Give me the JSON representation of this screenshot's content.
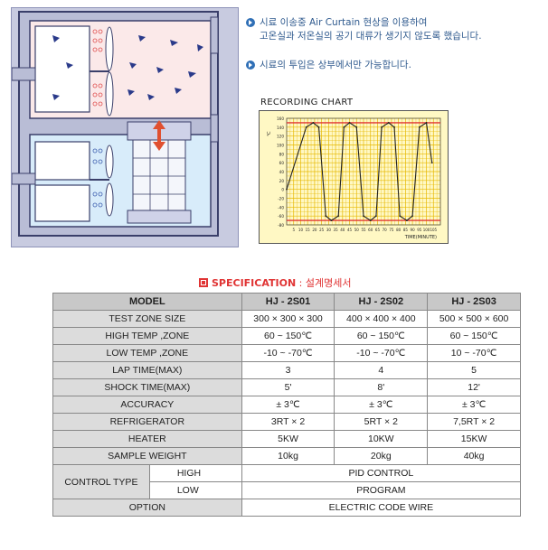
{
  "notes": [
    {
      "line1": "시료 이송중 Air Curtain 현상을 이용하여",
      "line2": "고온실과 저온실의 공기 대류가 생기지 않도록 했습니다."
    },
    {
      "line1": "시료의 투입은 상부에서만 가능합니다.",
      "line2": ""
    }
  ],
  "chart_data": {
    "type": "line",
    "title": "RECORDING CHART",
    "ylabel": "℃",
    "xlabel": "TIME(MINUTE)",
    "y_ticks": [
      "160",
      "140",
      "120",
      "100",
      "80",
      "60",
      "40",
      "20",
      "0",
      "-20",
      "-40",
      "-60",
      "-80"
    ],
    "x_ticks": [
      "5",
      "10",
      "15",
      "20",
      "25",
      "30",
      "35",
      "40",
      "45",
      "50",
      "55",
      "60",
      "65",
      "70",
      "75",
      "80",
      "85",
      "90",
      "95",
      "100",
      "105"
    ],
    "ylim": [
      -80,
      160
    ],
    "xlim": [
      0,
      110
    ],
    "series": [
      {
        "x": [
          0,
          14,
          19,
          23,
          28,
          32,
          37,
          41,
          45,
          50,
          55,
          60,
          64,
          68,
          73,
          77,
          81,
          86,
          90,
          95,
          100,
          104
        ],
        "y": [
          0,
          140,
          150,
          140,
          -60,
          -70,
          -60,
          140,
          150,
          140,
          -60,
          -70,
          -60,
          140,
          150,
          140,
          -60,
          -70,
          -60,
          140,
          150,
          60
        ]
      }
    ],
    "reference_lines": [
      150,
      -70
    ],
    "colors": {
      "line": "#222222",
      "reference": "#e03434",
      "grid": "#e6b800"
    }
  },
  "spec": {
    "title": "SPECIFICATION",
    "subtitle": ": 설계명세서",
    "header": [
      "MODEL",
      "HJ - 2S01",
      "HJ - 2S02",
      "HJ - 2S03"
    ],
    "rows": [
      {
        "label": "TEST ZONE SIZE",
        "values": [
          "300 × 300 × 300",
          "400 × 400 × 400",
          "500 × 500 × 600"
        ]
      },
      {
        "label": "HIGH TEMP ,ZONE",
        "values": [
          "60 ~ 150℃",
          "60 ~ 150℃",
          "60 ~ 150℃"
        ]
      },
      {
        "label": "LOW TEMP ,ZONE",
        "values": [
          "-10 ~ -70℃",
          "-10 ~ -70℃",
          "10 ~ -70℃"
        ]
      },
      {
        "label": "LAP TIME(MAX)",
        "values": [
          "3",
          "4",
          "5"
        ]
      },
      {
        "label": "SHOCK TIME(MAX)",
        "values": [
          "5'",
          "8'",
          "12'"
        ]
      },
      {
        "label": "ACCURACY",
        "values": [
          "± 3℃",
          "± 3℃",
          "± 3℃"
        ]
      },
      {
        "label": "REFRIGERATOR",
        "values": [
          "3RT × 2",
          "5RT × 2",
          "7,5RT × 2"
        ]
      },
      {
        "label": "HEATER",
        "values": [
          "5KW",
          "10KW",
          "15KW"
        ]
      },
      {
        "label": "SAMPLE WEIGHT",
        "values": [
          "10kg",
          "20kg",
          "40kg"
        ]
      }
    ],
    "control_type": {
      "label": "CONTROL TYPE",
      "high_label": "HIGH",
      "high_value": "PID CONTROL",
      "low_label": "LOW",
      "low_value": "PROGRAM"
    },
    "option": {
      "label": "OPTION",
      "value": "ELECTRIC CODE WIRE"
    }
  }
}
